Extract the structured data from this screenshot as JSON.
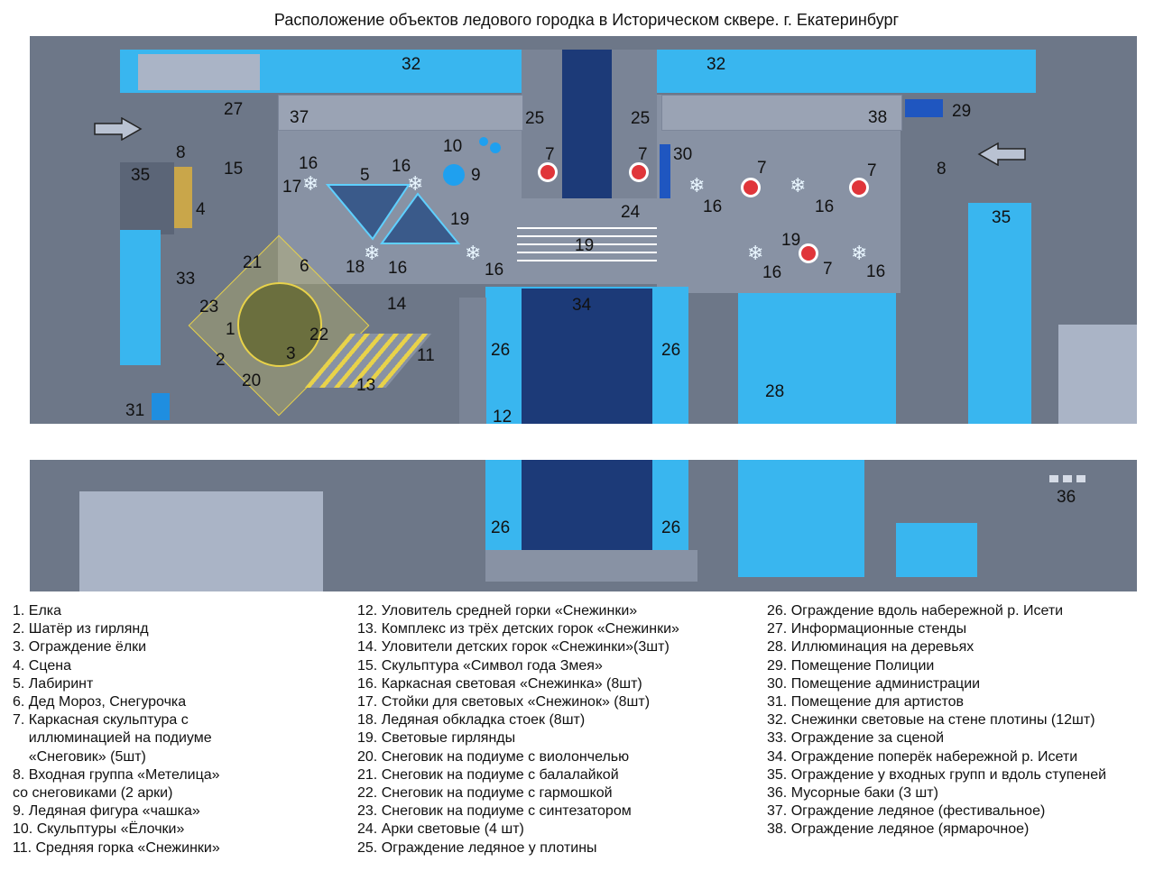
{
  "title": "Расположение объектов ледового городка в Историческом сквере. г. Екатеринбург",
  "colors": {
    "ground": "#6d7788",
    "plaza": "#8892a4",
    "ice": "#39b6ef",
    "ice_light": "#5fd0ff",
    "water": "#1c3a78",
    "building": "#aab4c6",
    "yellow": "#e8d24a"
  },
  "map_labels": {
    "l32a": "32",
    "l32b": "32",
    "l27": "27",
    "l37": "37",
    "l25a": "25",
    "l25b": "25",
    "l38": "38",
    "l29": "29",
    "l8a": "8",
    "l8b": "8",
    "l10": "10",
    "l9": "9",
    "l7a": "7",
    "l7b": "7",
    "l30": "30",
    "l7c": "7",
    "l7d": "7",
    "l35a": "35",
    "l15": "15",
    "l16a": "16",
    "l5": "5",
    "l16b": "16",
    "l17": "17",
    "l19a": "19",
    "l4": "4",
    "l24": "24",
    "l16c": "16",
    "l16d": "16",
    "l35b": "35",
    "l19b": "19",
    "l19c": "19",
    "l18": "18",
    "l16e": "16",
    "l16f": "16",
    "l16g": "16",
    "l7e": "7",
    "l16h": "16",
    "l21": "21",
    "l6": "6",
    "l33": "33",
    "l14": "14",
    "l34": "34",
    "l23": "23",
    "l1": "1",
    "l22": "22",
    "l3": "3",
    "l2": "2",
    "l11": "11",
    "l26a": "26",
    "l26b": "26",
    "l28": "28",
    "l20": "20",
    "l13": "13",
    "l31": "31",
    "l12": "12",
    "l26c": "26",
    "l26d": "26",
    "l36": "36"
  },
  "legend_col1": [
    "1. Елка",
    "2. Шатёр из гирлянд",
    "3. Ограждение ёлки",
    "4. Сцена",
    "5. Лабиринт",
    "6. Дед Мороз, Снегурочка",
    "7. Каркасная скульптура с",
    "    иллюминацией на подиуме",
    "    «Снеговик» (5шт)",
    "8. Входная группа «Метелица»",
    "со снеговиками (2 арки)",
    "9. Ледяная фигура «чашка»",
    "10. Скульптуры «Ёлочки»",
    "11. Средняя горка «Снежинки»"
  ],
  "legend_col2": [
    "12. Уловитель средней горки «Снежинки»",
    "13. Комплекс из трёх детских горок «Снежинки»",
    "14. Уловители детских горок «Снежинки»(3шт)",
    "15. Скульптура «Символ года Змея»",
    "16. Каркасная световая «Снежинка» (8шт)",
    "17. Стойки для световых «Снежинок» (8шт)",
    "18. Ледяная обкладка стоек (8шт)",
    "19. Световые гирлянды",
    "20. Снеговик на подиуме с виолончелью",
    "21. Снеговик на подиуме с балалайкой",
    "22. Снеговик на подиуме с гармошкой",
    "23. Снеговик на подиуме с синтезатором",
    "24. Арки световые (4 шт)",
    "25. Ограждение ледяное у плотины"
  ],
  "legend_col3": [
    "26. Ограждение вдоль набережной р. Исети",
    "27. Информационные стенды",
    "28. Иллюминация на деревьях",
    "29. Помещение Полиции",
    "30. Помещение администрации",
    "31. Помещение для артистов",
    "32. Снежинки световые на стене плотины (12шт)",
    "33. Ограждение за сценой",
    "34. Ограждение поперёк набережной р. Исети",
    "35. Ограждение у входных групп и вдоль ступеней",
    "36. Мусорные баки (3 шт)",
    "37. Ограждение ледяное (фестивальное)",
    "38. Ограждение ледяное (ярмарочное)"
  ]
}
